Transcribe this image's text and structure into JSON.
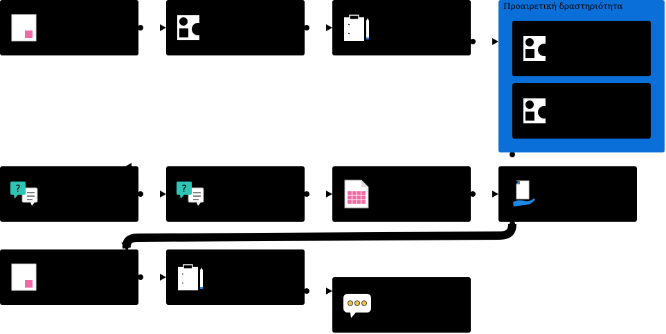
{
  "colors": {
    "node_fill": "#000000",
    "group_fill": "#0a6fd8",
    "edge": "#000000",
    "accent_pink": "#f06ba5",
    "accent_teal": "#2ec4b6",
    "accent_blue": "#1e88e5",
    "accent_yellow": "#f4c542"
  },
  "group": {
    "title": "Προαιρετική δραστηριότητα"
  },
  "nodes": [
    {
      "id": "n1",
      "icon": "page-icon"
    },
    {
      "id": "n2",
      "icon": "shapes-icon"
    },
    {
      "id": "n3",
      "icon": "clipboard-icon"
    },
    {
      "id": "n4",
      "icon": "shapes-icon"
    },
    {
      "id": "n5",
      "icon": "shapes-icon"
    },
    {
      "id": "n6",
      "icon": "question-chat-icon"
    },
    {
      "id": "n7",
      "icon": "question-chat-icon"
    },
    {
      "id": "n8",
      "icon": "spreadsheet-icon"
    },
    {
      "id": "n9",
      "icon": "document-hand-icon"
    },
    {
      "id": "n10",
      "icon": "page-icon"
    },
    {
      "id": "n11",
      "icon": "clipboard-icon"
    },
    {
      "id": "n12",
      "icon": "speech-bubble-icon"
    }
  ]
}
